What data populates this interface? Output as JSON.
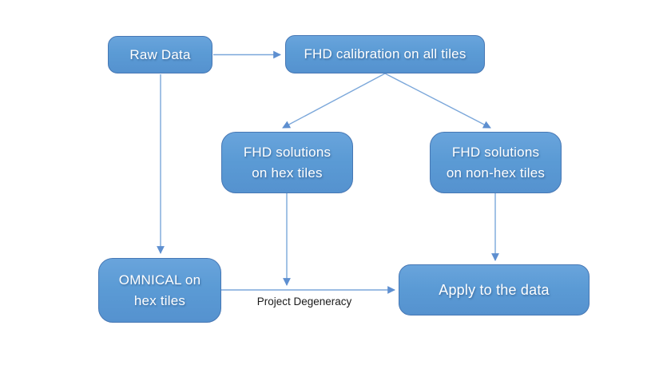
{
  "diagram": {
    "type": "flowchart",
    "nodes": [
      {
        "id": "raw-data",
        "label": "Raw Data"
      },
      {
        "id": "fhd-calibration",
        "label": "FHD calibration on all tiles"
      },
      {
        "id": "fhd-solutions-hex",
        "label": "FHD solutions\non hex tiles"
      },
      {
        "id": "fhd-solutions-nonhex",
        "label": "FHD solutions\non non-hex tiles"
      },
      {
        "id": "omnical-hex",
        "label": "OMNICAL on\nhex tiles"
      },
      {
        "id": "apply-data",
        "label": "Apply to the data"
      }
    ],
    "edges": [
      {
        "from": "raw-data",
        "to": "fhd-calibration",
        "label": ""
      },
      {
        "from": "raw-data",
        "to": "omnical-hex",
        "label": ""
      },
      {
        "from": "fhd-calibration",
        "to": "fhd-solutions-hex",
        "label": ""
      },
      {
        "from": "fhd-calibration",
        "to": "fhd-solutions-nonhex",
        "label": ""
      },
      {
        "from": "fhd-solutions-hex",
        "to": "apply-data",
        "label": "Project Degeneracy"
      },
      {
        "from": "fhd-solutions-nonhex",
        "to": "apply-data",
        "label": ""
      },
      {
        "from": "omnical-hex",
        "to": "apply-data",
        "label": ""
      }
    ],
    "colors": {
      "node_fill": "#5b9bd5",
      "node_border": "#4677b4",
      "node_text": "#ffffff",
      "edge_line": "#7ba7da",
      "edge_arrow": "#5e8fd0",
      "edge_label_text": "#1a1a1a",
      "background": "#ffffff"
    }
  }
}
